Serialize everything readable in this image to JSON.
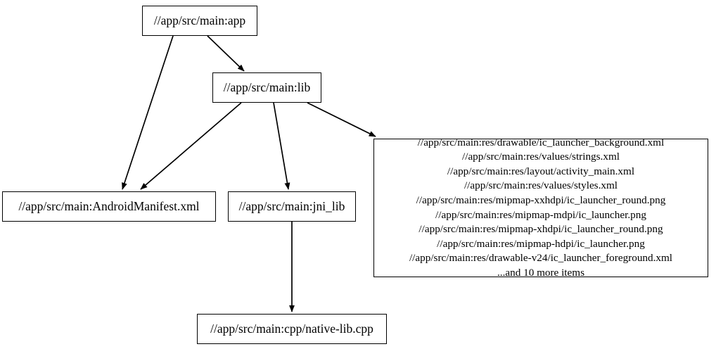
{
  "graph": {
    "type": "directed-dependency-graph",
    "background_color": "#ffffff",
    "node_border_color": "#000000",
    "node_fill_color": "#ffffff",
    "edge_color": "#000000",
    "text_color": "#000000",
    "nodes": {
      "app": {
        "label": "//app/src/main:app"
      },
      "lib": {
        "label": "//app/src/main:lib"
      },
      "manifest": {
        "label": "//app/src/main:AndroidManifest.xml"
      },
      "jni_lib": {
        "label": "//app/src/main:jni_lib"
      },
      "native_lib": {
        "label": "//app/src/main:cpp/native-lib.cpp"
      },
      "resources": {
        "label": "//app/src/main:res/drawable/ic_launcher_background.xml\n//app/src/main:res/values/strings.xml\n//app/src/main:res/layout/activity_main.xml\n//app/src/main:res/values/styles.xml\n//app/src/main:res/mipmap-xxhdpi/ic_launcher_round.png\n//app/src/main:res/mipmap-mdpi/ic_launcher.png\n//app/src/main:res/mipmap-xhdpi/ic_launcher_round.png\n//app/src/main:res/mipmap-hdpi/ic_launcher.png\n//app/src/main:res/drawable-v24/ic_launcher_foreground.xml\n...and 10 more items",
        "lines": [
          "//app/src/main:res/drawable/ic_launcher_background.xml",
          "//app/src/main:res/values/strings.xml",
          "//app/src/main:res/layout/activity_main.xml",
          "//app/src/main:res/values/styles.xml",
          "//app/src/main:res/mipmap-xxhdpi/ic_launcher_round.png",
          "//app/src/main:res/mipmap-mdpi/ic_launcher.png",
          "//app/src/main:res/mipmap-xhdpi/ic_launcher_round.png",
          "//app/src/main:res/mipmap-hdpi/ic_launcher.png",
          "//app/src/main:res/drawable-v24/ic_launcher_foreground.xml",
          "...and 10 more items"
        ]
      }
    },
    "edges": [
      {
        "from": "app",
        "to": "lib"
      },
      {
        "from": "app",
        "to": "manifest"
      },
      {
        "from": "lib",
        "to": "manifest"
      },
      {
        "from": "lib",
        "to": "jni_lib"
      },
      {
        "from": "lib",
        "to": "resources"
      },
      {
        "from": "jni_lib",
        "to": "native_lib"
      }
    ]
  }
}
